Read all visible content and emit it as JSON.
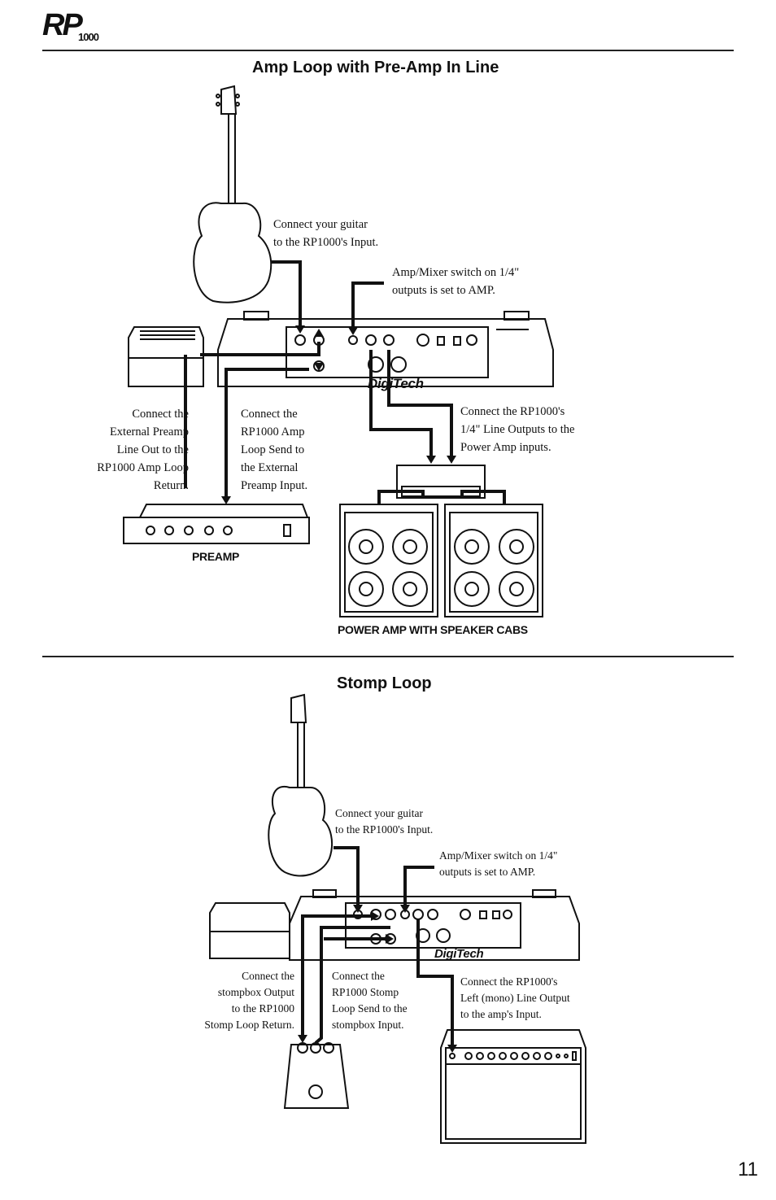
{
  "logo": {
    "letters": "RP",
    "number": "1000"
  },
  "section1": {
    "title": "Amp Loop with Pre-Amp In Line",
    "captions": {
      "guitar": [
        "Connect your guitar",
        "to the RP1000's Input."
      ],
      "switch": [
        "Amp/Mixer switch on 1/4\"",
        "outputs is set to AMP."
      ],
      "ext_return": [
        "Connect the",
        "External Preamp",
        "Line Out to the",
        "RP1000 Amp Loop",
        "Return."
      ],
      "loop_send": [
        "Connect the",
        "RP1000 Amp",
        "Loop Send to",
        "the External",
        "Preamp Input."
      ],
      "line_outs": [
        "Connect the RP1000's",
        "1/4\" Line Outputs to the",
        "Power Amp inputs."
      ]
    },
    "preamp_label": "PREAMP",
    "power_label": "POWER AMP WITH SPEAKER CABS"
  },
  "section2": {
    "title": "Stomp Loop",
    "captions": {
      "guitar": [
        "Connect your guitar",
        "to the RP1000's Input."
      ],
      "switch": [
        "Amp/Mixer switch on 1/4\"",
        "outputs is set to AMP."
      ],
      "stomp_return": [
        "Connect the",
        "stompbox Output",
        "to the RP1000",
        "Stomp Loop Return."
      ],
      "stomp_send": [
        "Connect the",
        "RP1000 Stomp",
        "Loop Send to the",
        "stompbox Input."
      ],
      "left_out": [
        "Connect the RP1000's",
        "Left (mono) Line Output",
        "to the amp's Input."
      ]
    }
  },
  "brand": "DigiTech",
  "page_number": "11"
}
